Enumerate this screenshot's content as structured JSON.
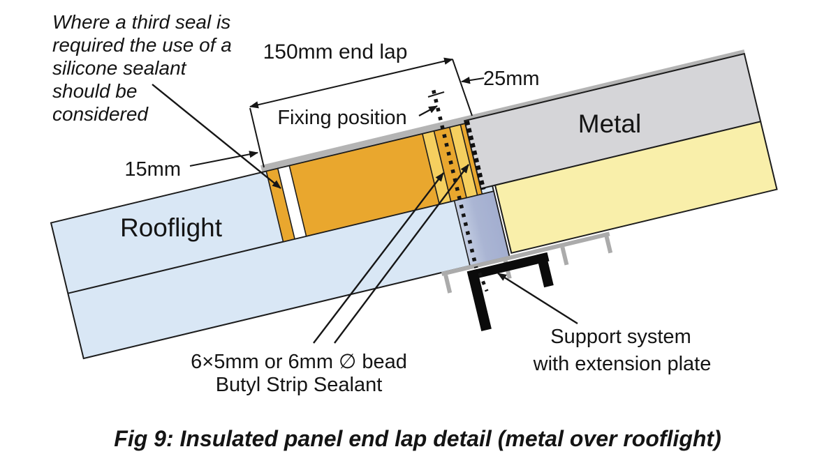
{
  "figure": {
    "caption": "Fig 9: Insulated panel end lap detail (metal over rooflight)",
    "note": {
      "lines": [
        "Where a third seal is",
        "required the use of a",
        "silicone sealant",
        "should be",
        "considered"
      ]
    },
    "panels": {
      "metal_label": "Metal",
      "rooflight_label": "Rooflight"
    },
    "dimensions": {
      "end_lap": "150mm end lap",
      "fixing_offset": "25mm",
      "edge_distance": "15mm",
      "fixing_position": "Fixing position"
    },
    "callouts": {
      "butyl": {
        "line1": "6×5mm or 6mm ∅ bead",
        "line2": "Butyl Strip Sealant"
      },
      "support": {
        "line1": "Support system",
        "line2": "with extension plate"
      }
    },
    "colors": {
      "rooflight_blue": "#d9e7f5",
      "lap_orange": "#e9a72e",
      "butyl_yellow": "#f5cf5f",
      "third_seal_white": "#ffffff",
      "metal_gray": "#d5d5d8",
      "sheet_gray": "#b4b4b4",
      "insulation_yellow": "#f9efaa",
      "spacer_blue": "#aab5d3",
      "spacer_blue_light": "#c6d0e4",
      "rail_gray": "#ababab",
      "bracket_black": "#0b0b0b",
      "outline": "#1c1c1c"
    }
  }
}
